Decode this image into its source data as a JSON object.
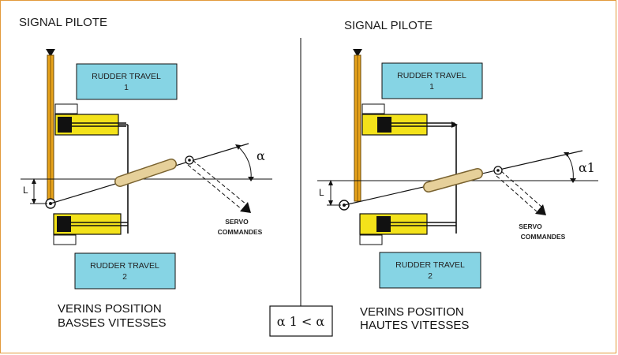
{
  "colors": {
    "box_fill": "#86d4e4",
    "cylinder_yellow": "#f3e21a",
    "pilot_rod": "#e7a21a",
    "link_tan": "#e6d09a",
    "frame_border": "#e39a3c"
  },
  "left": {
    "title": "SIGNAL PILOTE",
    "rudder_top": {
      "line1": "RUDDER TRAVEL",
      "line2": "1"
    },
    "rudder_bottom": {
      "line1": "RUDDER TRAVEL",
      "line2": "2"
    },
    "angle_label": "α",
    "l_label": "L",
    "servo": {
      "line1": "SERVO",
      "line2": "COMMANDES"
    },
    "caption": {
      "line1": "VERINS POSITION",
      "line2": "BASSES VITESSES"
    }
  },
  "right": {
    "title": "SIGNAL PILOTE",
    "rudder_top": {
      "line1": "RUDDER TRAVEL",
      "line2": "1"
    },
    "rudder_bottom": {
      "line1": "RUDDER TRAVEL",
      "line2": "2"
    },
    "angle_label": "α1",
    "l_label": "L",
    "servo": {
      "line1": "SERVO",
      "line2": "COMMANDES"
    },
    "caption": {
      "line1": "VERINS POSITION",
      "line2": "HAUTES VITESSES"
    }
  },
  "comparison": "α 1 < α"
}
